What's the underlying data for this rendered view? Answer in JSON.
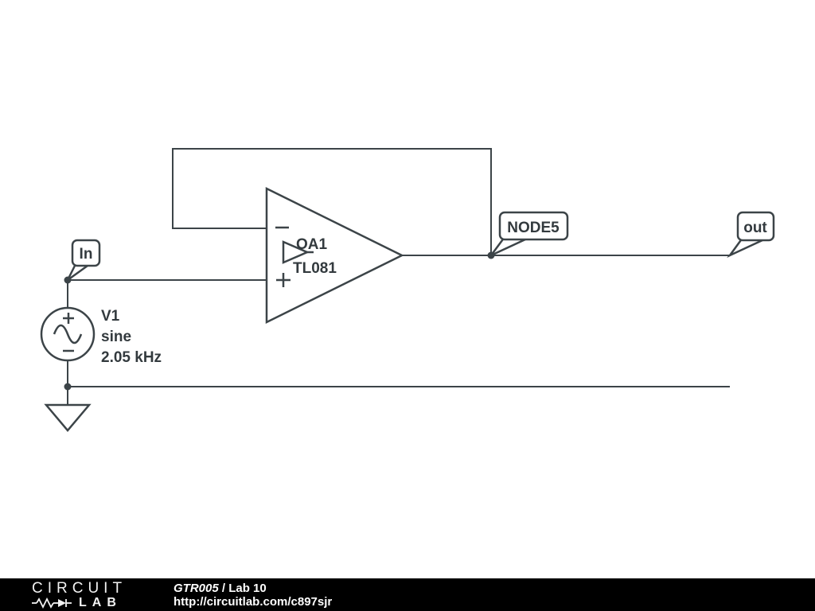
{
  "schematic": {
    "flags": {
      "input": "In",
      "node": "NODE5",
      "output": "out"
    },
    "opamp": {
      "designator": "OA1",
      "model": "TL081"
    },
    "source": {
      "designator": "V1",
      "waveform": "sine",
      "frequency": "2.05 kHz"
    }
  },
  "footer": {
    "logo": {
      "line1": "CIRCUIT",
      "line2": "LAB"
    },
    "project": "GTR005",
    "separator": " / ",
    "title": "Lab 10",
    "url": "http://circuitlab.com/c897sjr"
  },
  "colors": {
    "wire": "#3c4448",
    "label": "#333a3e",
    "footer_bg": "#000000",
    "footer_fg": "#f2f2f2"
  }
}
